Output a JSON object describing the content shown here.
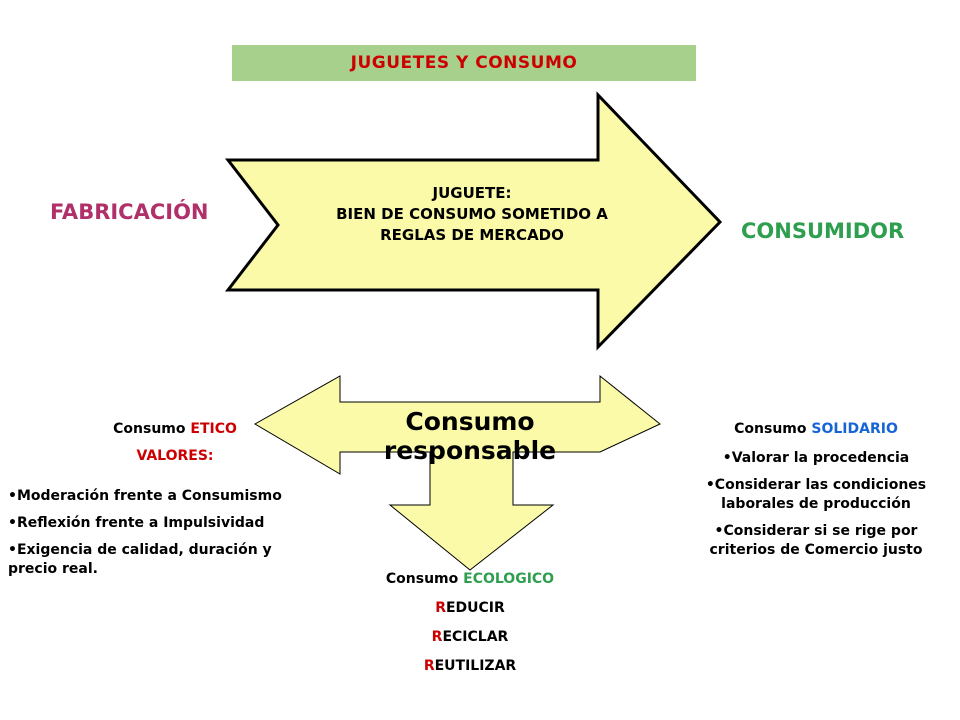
{
  "title": "JUGUETES Y CONSUMO",
  "left_label": "FABRICACIÓN",
  "right_label": "CONSUMIDOR",
  "arrow_text": {
    "line1": "JUGUETE:",
    "line2": "BIEN DE  CONSUMO SOMETIDO A",
    "line3": "REGLAS DE MERCADO"
  },
  "center_title": "Consumo responsable",
  "etico": {
    "prefix": "Consumo ",
    "keyword": "ETICO",
    "subtitle": "VALORES:",
    "items": [
      "•Moderación frente a Consumismo",
      "•Reflexión frente a  Impulsividad",
      "•Exigencia de calidad, duración y precio real."
    ]
  },
  "solidario": {
    "prefix": "Consumo ",
    "keyword": "SOLIDARIO",
    "items": [
      "•Valorar la procedencia",
      "•Considerar las condiciones laborales de producción",
      "•Considerar si se rige por criterios de Comercio justo"
    ]
  },
  "ecologico": {
    "prefix": "Consumo ",
    "keyword": "ECOLOGICO",
    "items": [
      {
        "first": "R",
        "rest": "EDUCIR"
      },
      {
        "first": "R",
        "rest": "ECICLAR"
      },
      {
        "first": "R",
        "rest": "EUTILIZAR"
      }
    ]
  },
  "colors": {
    "title_bg": "#a8d08d",
    "title_text": "#cc0000",
    "fabricacion": "#b0306a",
    "consumidor": "#2e9e4f",
    "arrow_fill": "#fafaa8",
    "etico": "#cc0000",
    "solidario": "#1565d8",
    "ecologico": "#2e9e4f"
  }
}
